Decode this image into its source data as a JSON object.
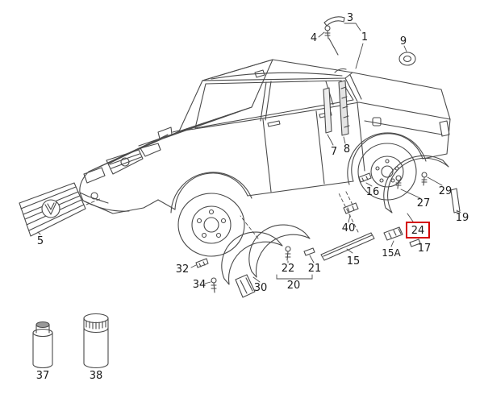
{
  "diagram": {
    "background": "#ffffff",
    "line_color": "#4a4a4a",
    "highlight_color": "#d40000",
    "highlighted_part": "24",
    "parts": {
      "1": {
        "label": "1"
      },
      "3": {
        "label": "3"
      },
      "4": {
        "label": "4"
      },
      "5": {
        "label": "5"
      },
      "7": {
        "label": "7"
      },
      "8": {
        "label": "8"
      },
      "9": {
        "label": "9"
      },
      "15": {
        "label": "15"
      },
      "15A": {
        "label": "15A"
      },
      "16": {
        "label": "16"
      },
      "17": {
        "label": "17"
      },
      "19": {
        "label": "19"
      },
      "20": {
        "label": "20"
      },
      "21": {
        "label": "21"
      },
      "22": {
        "label": "22"
      },
      "24": {
        "label": "24"
      },
      "27": {
        "label": "27"
      },
      "29": {
        "label": "29"
      },
      "30": {
        "label": "30"
      },
      "32": {
        "label": "32"
      },
      "34": {
        "label": "34"
      },
      "37": {
        "label": "37"
      },
      "38": {
        "label": "38"
      },
      "40": {
        "label": "40"
      }
    }
  }
}
